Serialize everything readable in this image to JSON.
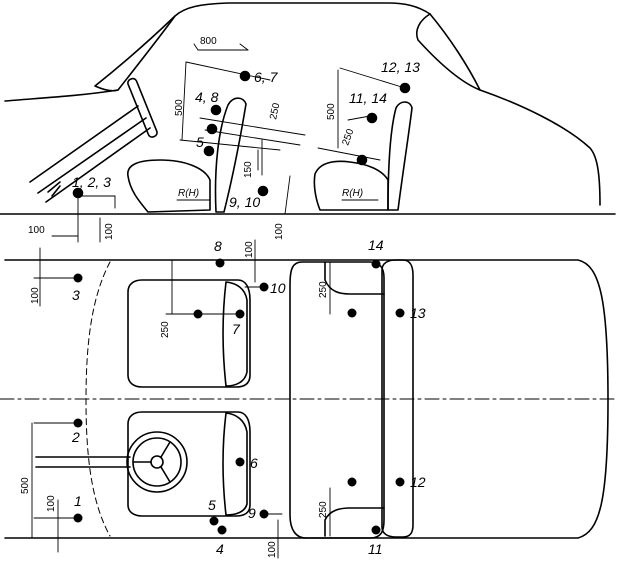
{
  "side_view": {
    "point_labels": {
      "p123": "1, 2, 3",
      "p48": "4, 8",
      "p5": "5",
      "p67": "6, 7",
      "p910": "9, 10",
      "p1213": "12, 13",
      "p1114": "11, 14"
    },
    "dimensions": {
      "d800": "800",
      "d500_front": "500",
      "d250_front": "250",
      "d150": "150",
      "d500_rear": "500",
      "d250_rear": "250",
      "d100_a": "100",
      "d100_b": "100",
      "d100_c": "100"
    },
    "seat_marks": {
      "front": "R(H)",
      "rear": "R(H)"
    }
  },
  "plan_view": {
    "point_labels": {
      "p1": "1",
      "p2": "2",
      "p3": "3",
      "p4": "4",
      "p5": "5",
      "p6": "6",
      "p7": "7",
      "p8": "8",
      "p9": "9",
      "p10": "10",
      "p11": "11",
      "p12": "12",
      "p13": "13",
      "p14": "14"
    },
    "dimensions": {
      "d100_top": "100",
      "d100_left": "100",
      "d250_seat": "250",
      "d250_rear_top": "250",
      "d500_left": "500",
      "d100_bottom_left": "100",
      "d250_rear_bottom": "250",
      "d100_bottom": "100"
    }
  }
}
